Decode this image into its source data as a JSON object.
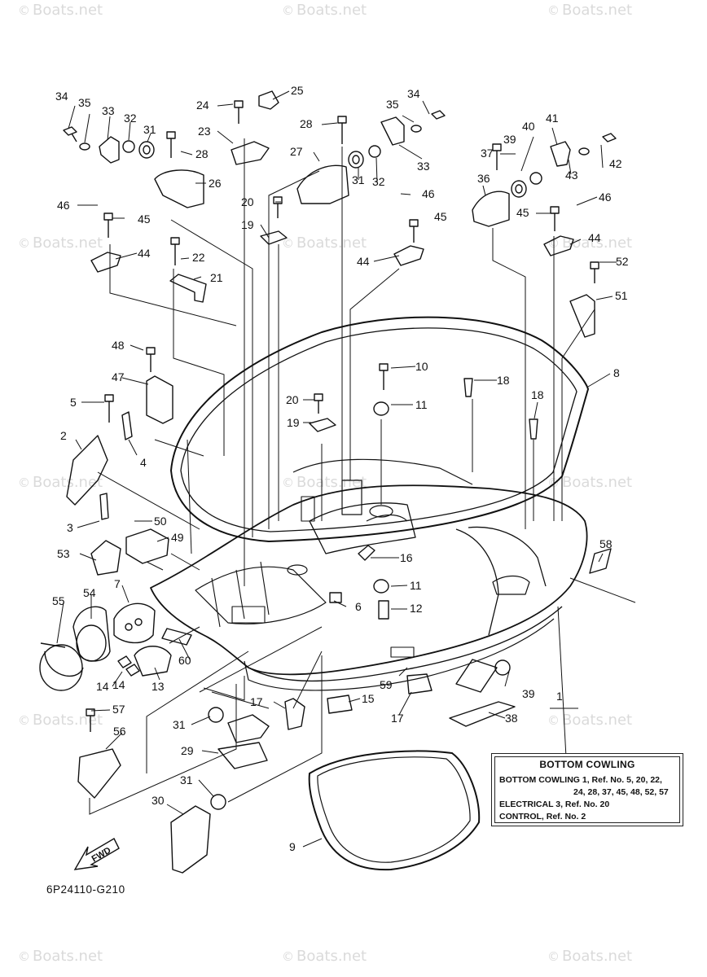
{
  "watermark": {
    "text": "Boats.net",
    "symbol": "©"
  },
  "diagram": {
    "callouts": [
      "1",
      "2",
      "3",
      "4",
      "5",
      "6",
      "7",
      "8",
      "9",
      "10",
      "11",
      "11",
      "12",
      "13",
      "14",
      "14",
      "15",
      "16",
      "17",
      "17",
      "18",
      "18",
      "19",
      "19",
      "20",
      "20",
      "21",
      "22",
      "23",
      "24",
      "25",
      "26",
      "27",
      "28",
      "28",
      "29",
      "30",
      "31",
      "31",
      "31",
      "31",
      "32",
      "32",
      "33",
      "33",
      "34",
      "34",
      "35",
      "35",
      "36",
      "37",
      "38",
      "39",
      "39",
      "40",
      "41",
      "42",
      "43",
      "44",
      "44",
      "44",
      "45",
      "45",
      "45",
      "46",
      "46",
      "46",
      "47",
      "48",
      "49",
      "50",
      "51",
      "52",
      "53",
      "54",
      "55",
      "56",
      "57",
      "58",
      "59",
      "60"
    ]
  },
  "legend": {
    "title": "BOTTOM COWLING",
    "lines": [
      "BOTTOM COWLING 1,  Ref. No. 5, 20, 22,",
      "24, 28, 37, 45, 48, 52, 57",
      "ELECTRICAL 3,  Ref. No. 20",
      "CONTROL,  Ref. No. 2"
    ]
  },
  "fwd_label": "FWD",
  "part_code": "6P24110-G210"
}
